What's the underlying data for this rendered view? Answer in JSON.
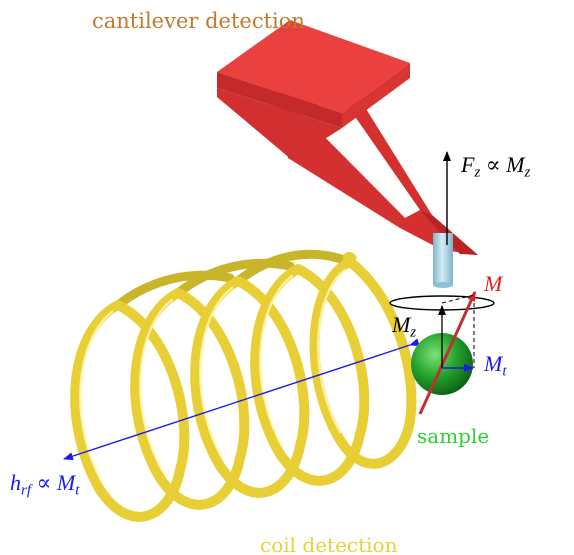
{
  "labels": {
    "cantilever_detection": "cantilever detection",
    "coil_detection": "coil detection",
    "sample": "sample",
    "force": {
      "lhs": "F",
      "lhs_sub": "z",
      "rel": "∝",
      "rhs": "M",
      "rhs_sub": "z"
    },
    "magnetization": "M",
    "mz": {
      "base": "M",
      "sub": "z"
    },
    "mt": {
      "base": "M",
      "sub": "t"
    },
    "hrf": {
      "lhs": "h",
      "lhs_sub": "rf",
      "rel": "∝",
      "rhs": "M",
      "rhs_sub": "t"
    }
  },
  "colors": {
    "cantilever": "#e03a3a",
    "coil": "#f0dc3e",
    "sample": "#1f9a2a",
    "tip": "#a9d6e8",
    "cantilever_label": "#c07a30",
    "coil_label": "#e8d23a",
    "sample_label": "#2ad12a",
    "m_vector": "#e02020",
    "transverse": "#1a1aee",
    "force": "#000000"
  },
  "coil": {
    "turns": 5
  }
}
